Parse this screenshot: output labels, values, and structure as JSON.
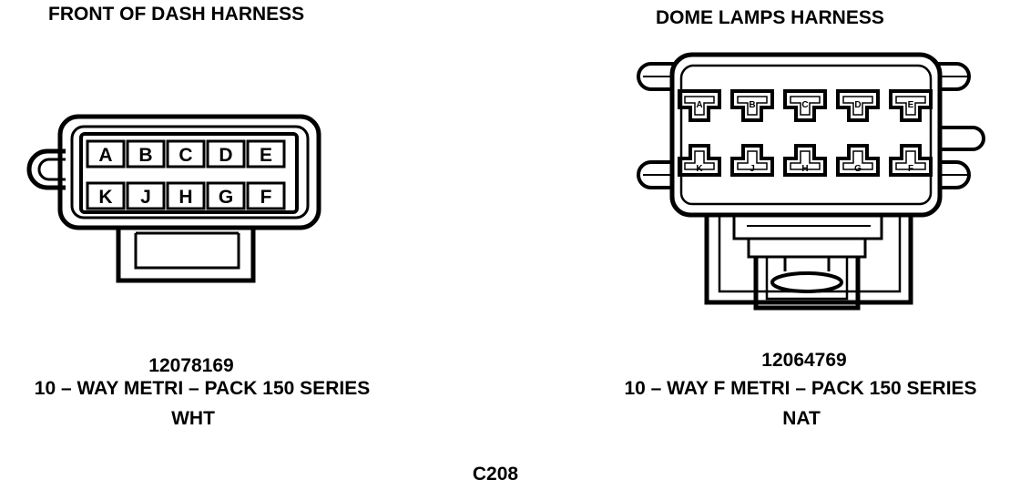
{
  "left": {
    "title": "FRONT OF DASH HARNESS",
    "part_number": "12078169",
    "description": "10 – WAY METRI – PACK 150 SERIES",
    "color": "WHT",
    "pins_top": [
      "A",
      "B",
      "C",
      "D",
      "E"
    ],
    "pins_bottom": [
      "K",
      "J",
      "H",
      "G",
      "F"
    ]
  },
  "right": {
    "title": "DOME LAMPS HARNESS",
    "part_number": "12064769",
    "description": "10 – WAY F METRI – PACK 150 SERIES",
    "color": "NAT",
    "pins_top": [
      "A",
      "B",
      "C",
      "D",
      "E"
    ],
    "pins_bottom": [
      "K",
      "J",
      "H",
      "G",
      "F"
    ]
  },
  "connector_id": "C208"
}
